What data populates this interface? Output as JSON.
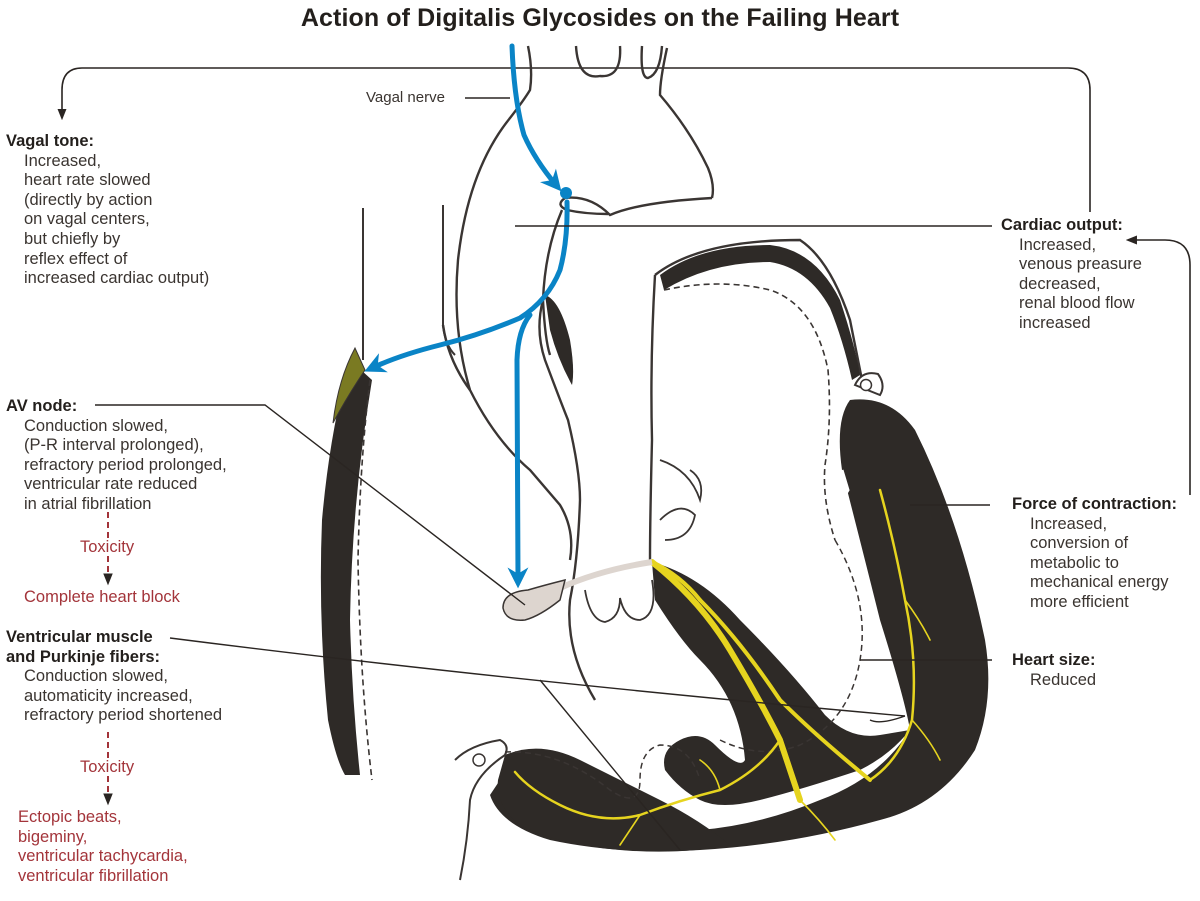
{
  "title": "Action of Digitalis Glycosides on the Failing Heart",
  "colors": {
    "vagal_arrow": "#0a84c6",
    "purkinje": "#e6d41f",
    "myocardium": "#2e2a27",
    "sa_node": "#7a7a22",
    "av_node": "#ddd5cf",
    "toxicity_text": "#a3343a",
    "outline": "#3a3533"
  },
  "vagal_nerve_label": "Vagal nerve",
  "annotations": {
    "vagal_tone": {
      "heading": "Vagal tone:",
      "lines": [
        "Increased,",
        "heart rate slowed",
        "(directly by action",
        "on vagal centers,",
        "but chiefly by",
        "reflex effect of",
        "increased cardiac output)"
      ]
    },
    "av_node": {
      "heading": "AV node:",
      "lines": [
        "Conduction slowed,",
        "(P-R interval prolonged),",
        "refractory period prolonged,",
        "ventricular rate reduced",
        "in atrial fibrillation"
      ],
      "toxicity_label": "Toxicity",
      "toxicity_effects": [
        "Complete heart block"
      ]
    },
    "ventricular_muscle": {
      "heading_lines": [
        "Ventricular muscle",
        "and Purkinje fibers:"
      ],
      "lines": [
        "Conduction slowed,",
        "automaticity increased,",
        "refractory period shortened"
      ],
      "toxicity_label": "Toxicity",
      "toxicity_effects": [
        "Ectopic beats,",
        "bigeminy,",
        "ventricular tachycardia,",
        "ventricular fibrillation"
      ]
    },
    "cardiac_output": {
      "heading": "Cardiac output:",
      "lines": [
        "Increased,",
        "venous preasure",
        "decreased,",
        "renal blood flow",
        "increased"
      ]
    },
    "force_of_contraction": {
      "heading": "Force of contraction:",
      "lines": [
        "Increased,",
        "conversion of",
        "metabolic to",
        "mechanical energy",
        "more efficient"
      ]
    },
    "heart_size": {
      "heading": "Heart size:",
      "lines": [
        "Reduced"
      ]
    }
  }
}
